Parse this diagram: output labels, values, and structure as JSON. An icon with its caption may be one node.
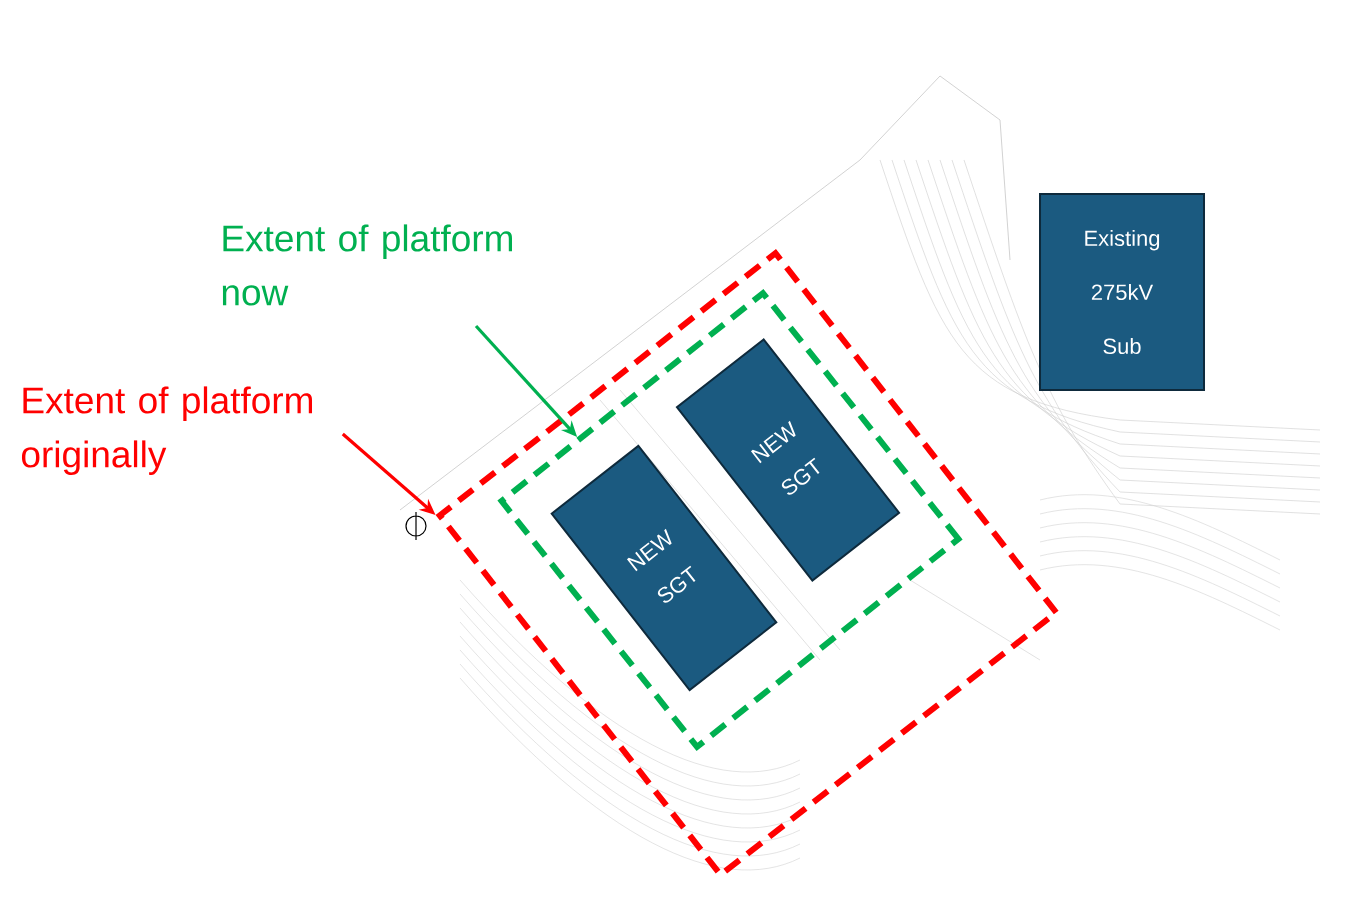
{
  "diagram": {
    "nodes": [
      {
        "text": [],
        "shape": "diamond"
      },
      {
        "text": [],
        "shape": "diamond",
        "in": 0
      },
      {
        "text": [
          "NEW SGT"
        ],
        "in": 1
      },
      {
        "text": [
          "NEW SGT"
        ],
        "in": 1
      },
      {
        "text": [
          "Existing 275kV Sub"
        ]
      },
      {
        "text": [
          "Extent of platform now"
        ]
      },
      {
        "text": [
          "Extent of platform originally"
        ]
      }
    ],
    "edges": [
      {
        "from": 5,
        "to": 1,
        "arrow": "to",
        "color": "#00b050"
      },
      {
        "from": 6,
        "to": 0,
        "arrow": "to",
        "color": "#ff0000"
      }
    ]
  }
}
